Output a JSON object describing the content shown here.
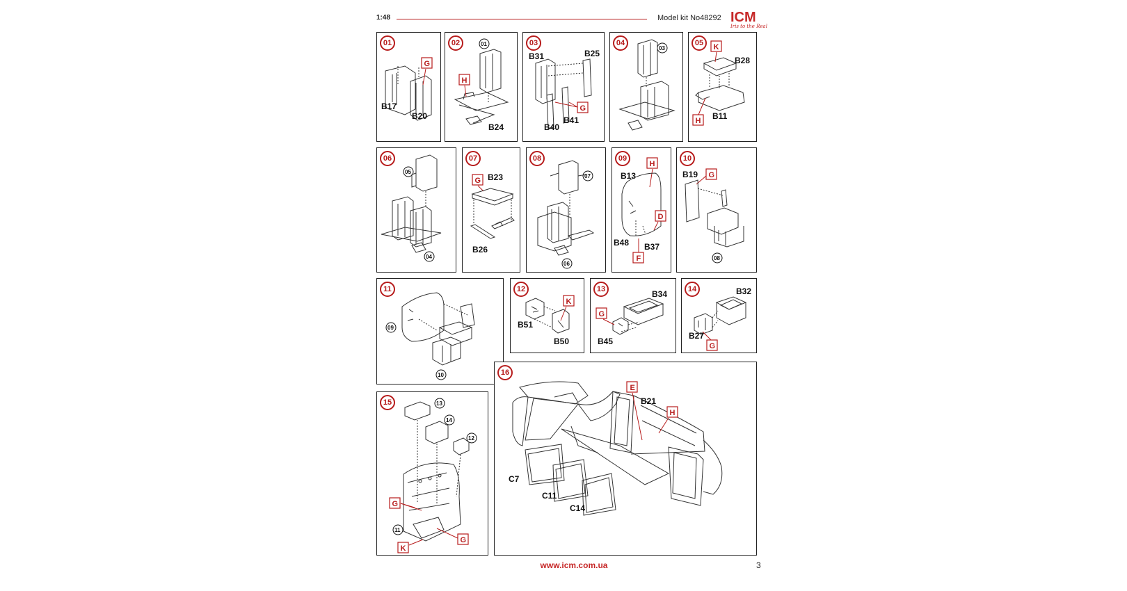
{
  "header": {
    "scale": "1:48",
    "kit": "Model kit No48292",
    "logo": "ICM",
    "logo_tagline": "Iris to the Real"
  },
  "steps": [
    {
      "id": "01",
      "parts": [
        "B17",
        "B20"
      ],
      "sprues": [
        "G"
      ],
      "refs": []
    },
    {
      "id": "02",
      "parts": [
        "B24"
      ],
      "sprues": [
        "H"
      ],
      "refs": [
        "01"
      ]
    },
    {
      "id": "03",
      "parts": [
        "B31",
        "B25",
        "B41",
        "B40"
      ],
      "sprues": [
        "G"
      ],
      "refs": []
    },
    {
      "id": "04",
      "parts": [],
      "sprues": [],
      "refs": [
        "03"
      ]
    },
    {
      "id": "05",
      "parts": [
        "B28",
        "B11"
      ],
      "sprues": [
        "K",
        "H"
      ],
      "refs": []
    },
    {
      "id": "06",
      "parts": [],
      "sprues": [],
      "refs": [
        "05",
        "04"
      ]
    },
    {
      "id": "07",
      "parts": [
        "B23",
        "B26"
      ],
      "sprues": [
        "G"
      ],
      "refs": []
    },
    {
      "id": "08",
      "parts": [],
      "sprues": [],
      "refs": [
        "07",
        "06"
      ]
    },
    {
      "id": "09",
      "parts": [
        "B13",
        "B48",
        "B37"
      ],
      "sprues": [
        "H",
        "D",
        "F"
      ],
      "refs": []
    },
    {
      "id": "10",
      "parts": [
        "B19"
      ],
      "sprues": [
        "G"
      ],
      "refs": [
        "08"
      ]
    },
    {
      "id": "11",
      "parts": [],
      "sprues": [],
      "refs": [
        "09",
        "10"
      ]
    },
    {
      "id": "12",
      "parts": [
        "B51",
        "B50"
      ],
      "sprues": [
        "K"
      ],
      "refs": []
    },
    {
      "id": "13",
      "parts": [
        "B34",
        "B45"
      ],
      "sprues": [
        "G"
      ],
      "refs": []
    },
    {
      "id": "14",
      "parts": [
        "B32",
        "B27"
      ],
      "sprues": [
        "G"
      ],
      "refs": []
    },
    {
      "id": "15",
      "parts": [],
      "sprues": [
        "G",
        "G",
        "K"
      ],
      "refs": [
        "13",
        "14",
        "12",
        "11"
      ]
    },
    {
      "id": "16",
      "parts": [
        "B21",
        "C7",
        "C11",
        "C14"
      ],
      "sprues": [
        "E",
        "H"
      ],
      "refs": []
    }
  ],
  "footer": {
    "url": "www.icm.com.ua",
    "page": "3"
  },
  "colors": {
    "accent": "#b71c1c",
    "line": "#222222"
  }
}
